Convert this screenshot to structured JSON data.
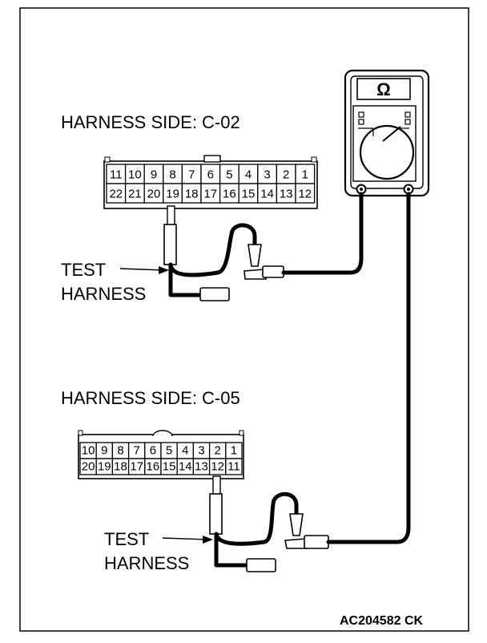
{
  "labels": {
    "harness_side_1": "HARNESS SIDE: C-02",
    "harness_side_2": "HARNESS SIDE: C-05",
    "test_harness_1_line1": "TEST",
    "test_harness_1_line2": "HARNESS",
    "test_harness_2_line1": "TEST",
    "test_harness_2_line2": "HARNESS",
    "meter_symbol": "Ω",
    "code": "AC204582 CK"
  },
  "connector_c02": {
    "top_row": [
      "11",
      "10",
      "9",
      "8",
      "7",
      "6",
      "5",
      "4",
      "3",
      "2",
      "1"
    ],
    "bottom_row": [
      "22",
      "21",
      "20",
      "19",
      "18",
      "17",
      "16",
      "15",
      "14",
      "13",
      "12"
    ]
  },
  "connector_c05": {
    "top_row": [
      "10",
      "9",
      "8",
      "7",
      "6",
      "5",
      "4",
      "3",
      "2",
      "1"
    ],
    "bottom_row": [
      "20",
      "19",
      "18",
      "17",
      "16",
      "15",
      "14",
      "13",
      "12",
      "11"
    ]
  }
}
